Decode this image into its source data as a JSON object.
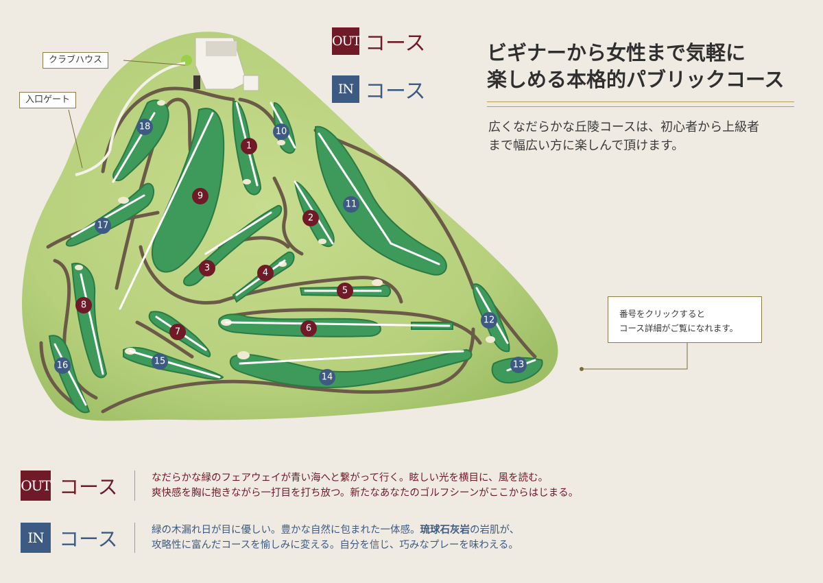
{
  "legend": {
    "out": {
      "badge": "OUT",
      "label": "コース",
      "color": "#6f1a26"
    },
    "in": {
      "badge": "IN",
      "label": "コース",
      "color": "#3d5a82"
    }
  },
  "headline": {
    "line1": "ビギナーから女性まで気軽に",
    "line2": "楽しめる本格的パブリックコース"
  },
  "intro": {
    "line1": "広くなだらかな丘陵コースは、初心者から上級者",
    "line2": "まで幅広い方に楽しんで頂けます。"
  },
  "map_labels": {
    "clubhouse": "クラブハウス",
    "entrance_gate": "入口ゲート"
  },
  "click_hint": {
    "line1": "番号をクリックすると",
    "line2": "コース詳細がご覧になれます。"
  },
  "holes": [
    {
      "number": "1",
      "course": "out"
    },
    {
      "number": "2",
      "course": "out"
    },
    {
      "number": "3",
      "course": "out"
    },
    {
      "number": "4",
      "course": "out"
    },
    {
      "number": "5",
      "course": "out"
    },
    {
      "number": "6",
      "course": "out"
    },
    {
      "number": "7",
      "course": "out"
    },
    {
      "number": "8",
      "course": "out"
    },
    {
      "number": "9",
      "course": "out"
    },
    {
      "number": "10",
      "course": "in"
    },
    {
      "number": "11",
      "course": "in"
    },
    {
      "number": "12",
      "course": "in"
    },
    {
      "number": "13",
      "course": "in"
    },
    {
      "number": "14",
      "course": "in"
    },
    {
      "number": "15",
      "course": "in"
    },
    {
      "number": "16",
      "course": "in"
    },
    {
      "number": "17",
      "course": "in"
    },
    {
      "number": "18",
      "course": "in"
    }
  ],
  "descriptions": {
    "out": {
      "badge": "OUT",
      "label": "コース",
      "line1": "なだらかな緑のフェアウェイが青い海へと繋がって行く。眩しい光を横目に、風を読む。",
      "line2": "爽快感を胸に抱きながら一打目を打ち放つ。新たなあなたのゴルフシーンがここからはじまる。"
    },
    "in": {
      "badge": "IN",
      "label": "コース",
      "line1_a": "緑の木漏れ日が目に優しい。豊かな自然に包まれた一体感。",
      "line1_strong": "琉球石灰岩",
      "line1_b": "の岩肌が、",
      "line2": "攻略性に富んだコースを愉しみに変える。自分を信じ、巧みなプレーを味わえる。"
    }
  }
}
